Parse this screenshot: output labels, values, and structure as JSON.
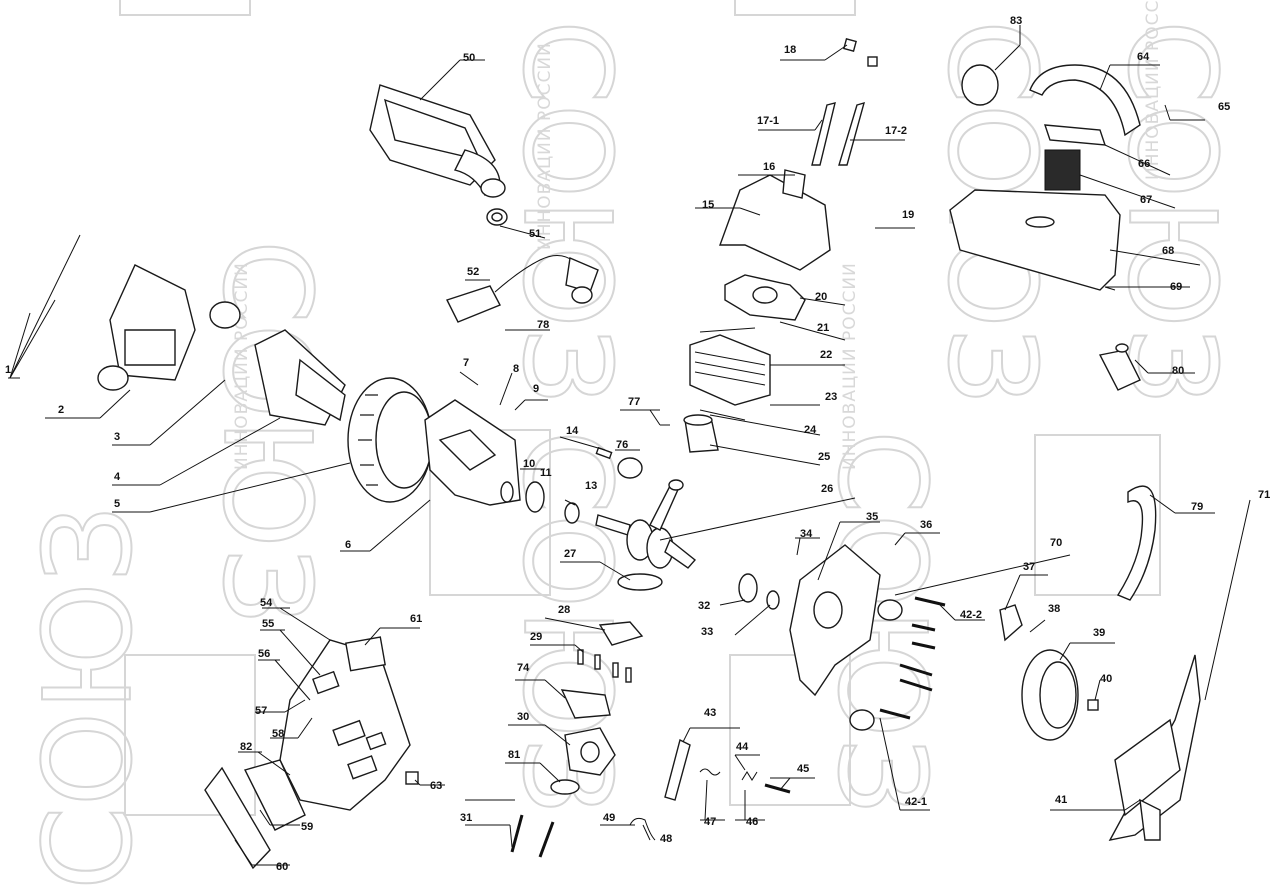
{
  "watermark": {
    "brand": "СОЮЗ",
    "slogan": "ИННОВАЦИИ РОССИИ"
  },
  "callouts": [
    {
      "id": "1",
      "label": "1"
    },
    {
      "id": "2",
      "label": "2"
    },
    {
      "id": "3",
      "label": "3"
    },
    {
      "id": "4",
      "label": "4"
    },
    {
      "id": "5",
      "label": "5"
    },
    {
      "id": "6",
      "label": "6"
    },
    {
      "id": "7",
      "label": "7"
    },
    {
      "id": "8",
      "label": "8"
    },
    {
      "id": "9",
      "label": "9"
    },
    {
      "id": "10",
      "label": "10"
    },
    {
      "id": "11",
      "label": "11"
    },
    {
      "id": "13",
      "label": "13"
    },
    {
      "id": "14",
      "label": "14"
    },
    {
      "id": "15",
      "label": "15"
    },
    {
      "id": "16",
      "label": "16"
    },
    {
      "id": "17-1",
      "label": "17-1"
    },
    {
      "id": "17-2",
      "label": "17-2"
    },
    {
      "id": "18",
      "label": "18"
    },
    {
      "id": "19",
      "label": "19"
    },
    {
      "id": "20",
      "label": "20"
    },
    {
      "id": "21",
      "label": "21"
    },
    {
      "id": "22",
      "label": "22"
    },
    {
      "id": "23",
      "label": "23"
    },
    {
      "id": "24",
      "label": "24"
    },
    {
      "id": "25",
      "label": "25"
    },
    {
      "id": "26",
      "label": "26"
    },
    {
      "id": "27",
      "label": "27"
    },
    {
      "id": "28",
      "label": "28"
    },
    {
      "id": "29",
      "label": "29"
    },
    {
      "id": "30",
      "label": "30"
    },
    {
      "id": "31",
      "label": "31"
    },
    {
      "id": "32",
      "label": "32"
    },
    {
      "id": "33",
      "label": "33"
    },
    {
      "id": "34",
      "label": "34"
    },
    {
      "id": "35",
      "label": "35"
    },
    {
      "id": "36",
      "label": "36"
    },
    {
      "id": "37",
      "label": "37"
    },
    {
      "id": "38",
      "label": "38"
    },
    {
      "id": "39",
      "label": "39"
    },
    {
      "id": "40",
      "label": "40"
    },
    {
      "id": "41",
      "label": "41"
    },
    {
      "id": "42-1",
      "label": "42-1"
    },
    {
      "id": "42-2",
      "label": "42-2"
    },
    {
      "id": "43",
      "label": "43"
    },
    {
      "id": "44",
      "label": "44"
    },
    {
      "id": "45",
      "label": "45"
    },
    {
      "id": "46",
      "label": "46"
    },
    {
      "id": "47",
      "label": "47"
    },
    {
      "id": "48",
      "label": "48"
    },
    {
      "id": "49",
      "label": "49"
    },
    {
      "id": "50",
      "label": "50"
    },
    {
      "id": "51",
      "label": "51"
    },
    {
      "id": "52",
      "label": "52"
    },
    {
      "id": "54",
      "label": "54"
    },
    {
      "id": "55",
      "label": "55"
    },
    {
      "id": "56",
      "label": "56"
    },
    {
      "id": "57",
      "label": "57"
    },
    {
      "id": "58",
      "label": "58"
    },
    {
      "id": "59",
      "label": "59"
    },
    {
      "id": "60",
      "label": "60"
    },
    {
      "id": "61",
      "label": "61"
    },
    {
      "id": "63",
      "label": "63"
    },
    {
      "id": "64",
      "label": "64"
    },
    {
      "id": "65",
      "label": "65"
    },
    {
      "id": "66",
      "label": "66"
    },
    {
      "id": "67",
      "label": "67"
    },
    {
      "id": "68",
      "label": "68"
    },
    {
      "id": "69",
      "label": "69"
    },
    {
      "id": "70",
      "label": "70"
    },
    {
      "id": "71",
      "label": "71"
    },
    {
      "id": "74",
      "label": "74"
    },
    {
      "id": "76",
      "label": "76"
    },
    {
      "id": "77",
      "label": "77"
    },
    {
      "id": "78",
      "label": "78"
    },
    {
      "id": "79",
      "label": "79"
    },
    {
      "id": "80",
      "label": "80"
    },
    {
      "id": "81",
      "label": "81"
    },
    {
      "id": "82",
      "label": "82"
    },
    {
      "id": "83",
      "label": "83"
    }
  ]
}
